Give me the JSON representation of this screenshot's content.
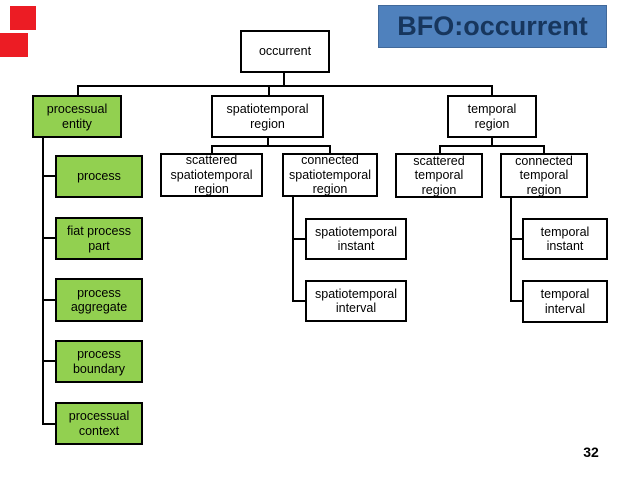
{
  "slide": {
    "title": "BFO:occurrent",
    "page_number": "32",
    "colors": {
      "title_bg": "#4f81bd",
      "title_text": "#17365d",
      "node_green": "#92d050",
      "node_white": "#ffffff",
      "accent_red": "#ec1c24",
      "line_black": "#000000"
    }
  },
  "tree": {
    "occurrent": "occurrent",
    "processual_entity": "processual entity",
    "spatiotemporal_region": "spatiotemporal region",
    "temporal_region": "temporal region",
    "process": "process",
    "fiat_process_part": "fiat process part",
    "process_aggregate": "process aggregate",
    "process_boundary": "process boundary",
    "processual_context": "processual context",
    "scattered_spatiotemporal_region": "scattered spatiotemporal region",
    "connected_spatiotemporal_region": "connected spatiotemporal region",
    "scattered_temporal_region": "scattered temporal region",
    "connected_temporal_region": "connected temporal region",
    "spatiotemporal_instant": "spatiotemporal instant",
    "spatiotemporal_interval": "spatiotemporal interval",
    "temporal_instant": "temporal instant",
    "temporal_interval": "temporal interval"
  }
}
